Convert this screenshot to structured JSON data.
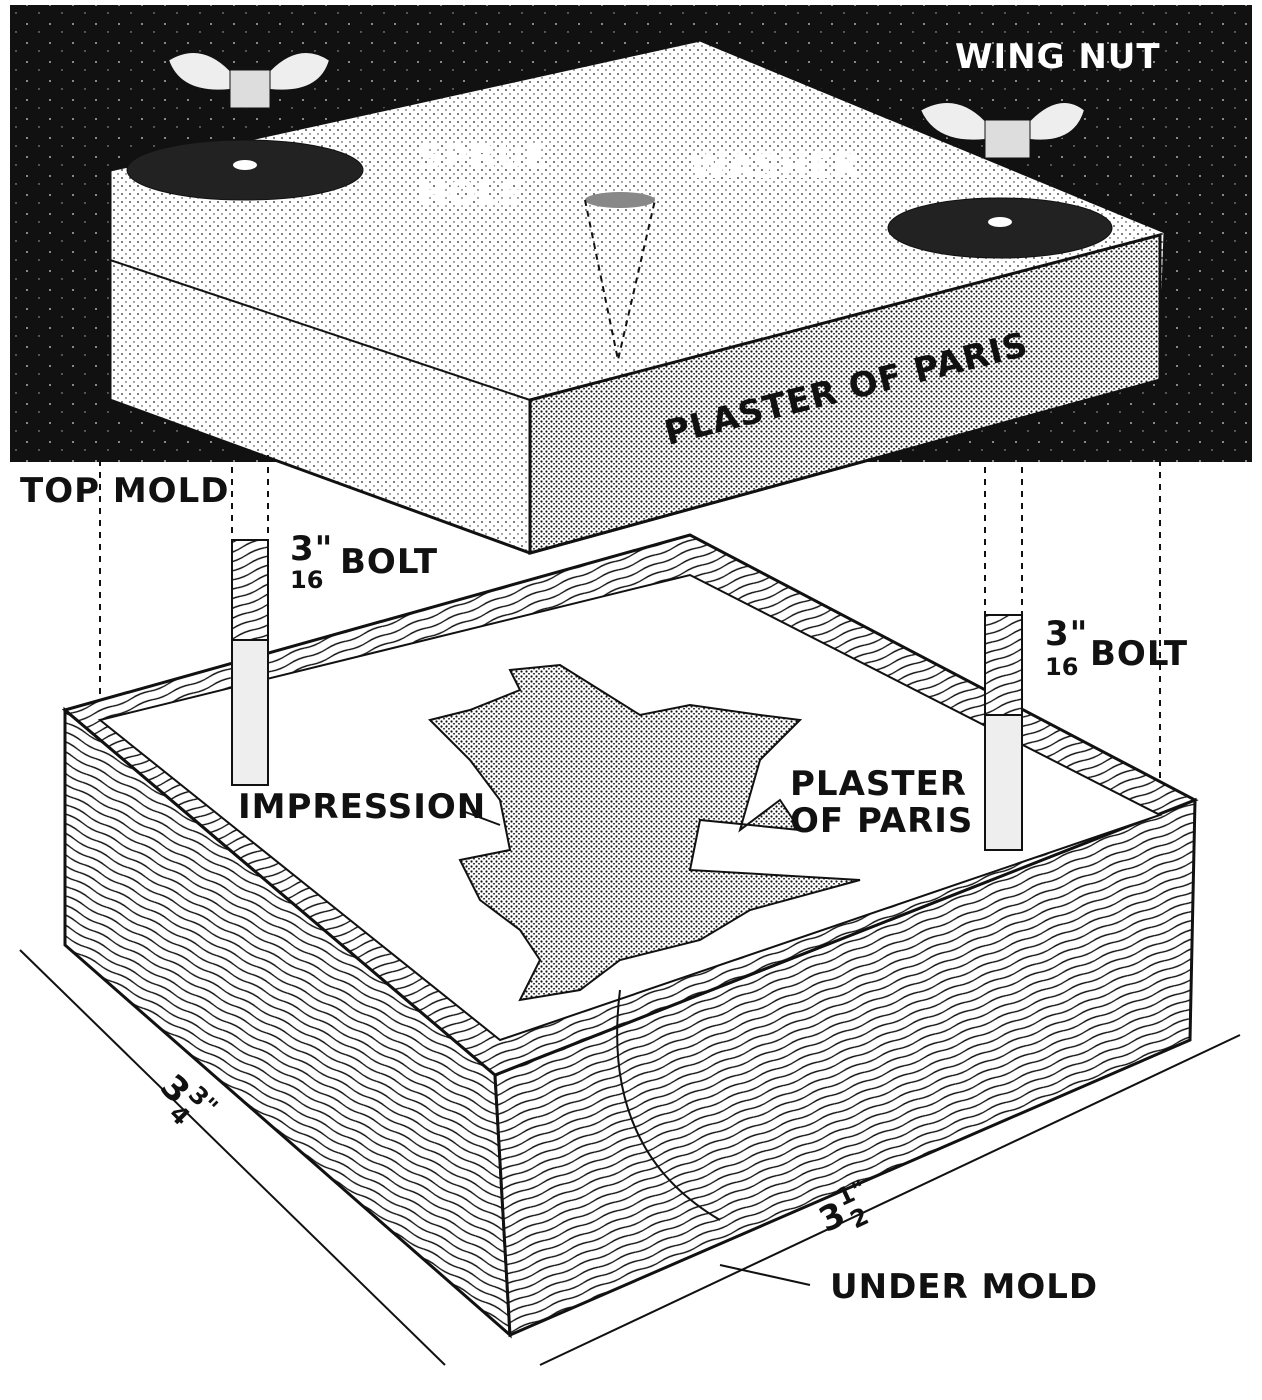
{
  "labels": {
    "wing_nut": "WING NUT",
    "sprue_hole_line1": "SPRUE",
    "sprue_hole_line2": "HOLE",
    "washer": "WASHER",
    "plaster_top": "PLASTER OF PARIS",
    "top_mold": "TOP MOLD",
    "bolt_left_num": "3\"",
    "bolt_left_den": "16",
    "bolt_left_word": "BOLT",
    "bolt_right_num": "3\"",
    "bolt_right_den": "16",
    "bolt_right_word": "BOLT",
    "impression": "IMPRESSION",
    "plaster_under_line1": "PLASTER",
    "plaster_under_line2": "OF PARIS",
    "under_mold": "UNDER MOLD",
    "dim_width_whole": "3",
    "dim_width_frac": "3\"",
    "dim_width_den": "4",
    "dim_length_whole": "3",
    "dim_length_frac": "1\"",
    "dim_length_den": "2"
  },
  "colors": {
    "ink": "#111111",
    "paper": "#ffffff"
  }
}
